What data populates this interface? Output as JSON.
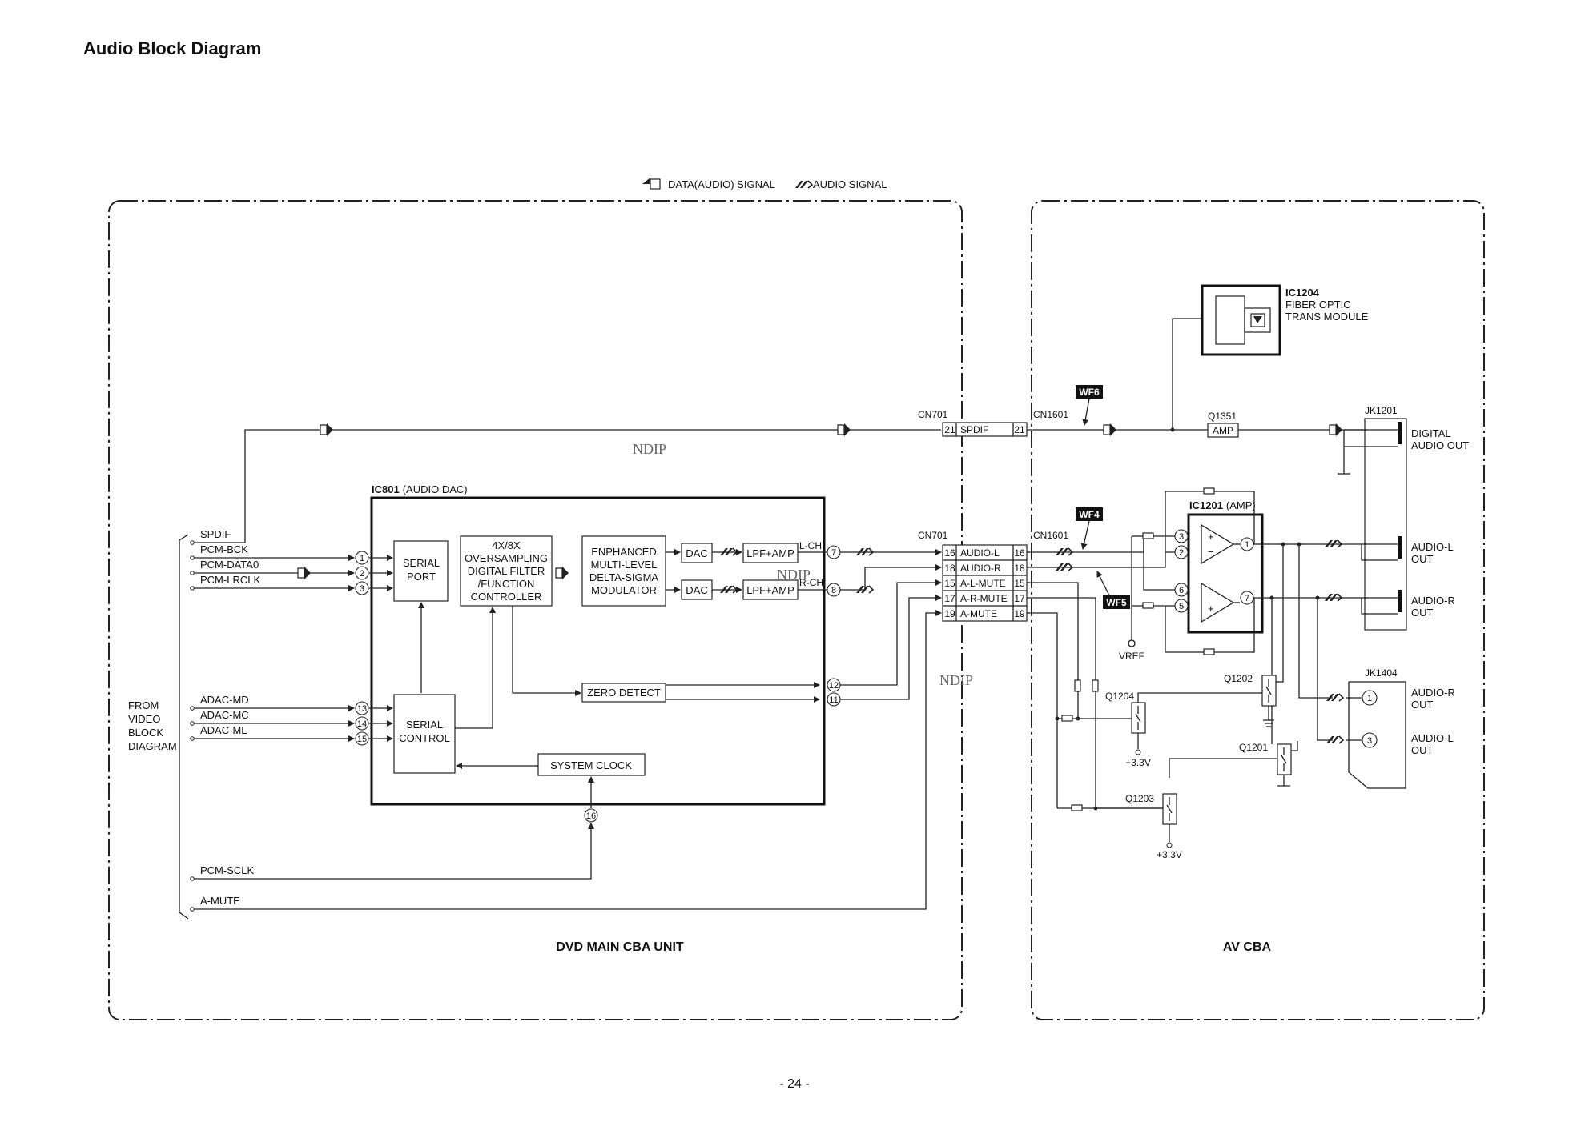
{
  "page": {
    "title": "Audio Block Diagram",
    "page_number": "- 24 -"
  },
  "legend": {
    "data_signal": "DATA(AUDIO) SIGNAL",
    "audio_signal": "AUDIO SIGNAL"
  },
  "units": {
    "dvd_main": "DVD MAIN CBA UNIT",
    "av_cba": "AV CBA"
  },
  "inputs": {
    "spdif": "SPDIF",
    "pcm_bck": "PCM-BCK",
    "pcm_data0": "PCM-DATA0",
    "pcm_lrclk": "PCM-LRCLK",
    "adac_md": "ADAC-MD",
    "adac_mc": "ADAC-MC",
    "adac_ml": "ADAC-ML",
    "pcm_sclk": "PCM-SCLK",
    "a_mute": "A-MUTE",
    "from_video": [
      "FROM",
      "VIDEO",
      "BLOCK",
      "DIAGRAM"
    ]
  },
  "ic801": {
    "ref": "IC801",
    "name": "(AUDIO DAC)",
    "serial_port": [
      "SERIAL",
      "PORT"
    ],
    "filter": [
      "4X/8X",
      "OVERSAMPLING",
      "DIGITAL FILTER",
      "/FUNCTION",
      "CONTROLLER"
    ],
    "modulator": [
      "ENPHANCED",
      "MULTI-LEVEL",
      "DELTA-SIGMA",
      "MODULATOR"
    ],
    "dac": "DAC",
    "lpf_amp": "LPF+AMP",
    "l_ch": "L-CH",
    "r_ch": "R-CH",
    "zero_detect": "ZERO DETECT",
    "serial_control": [
      "SERIAL",
      "CONTROL"
    ],
    "system_clock": "SYSTEM CLOCK"
  },
  "pins": {
    "p1": "1",
    "p2": "2",
    "p3": "3",
    "p7": "7",
    "p8": "8",
    "p11": "11",
    "p12": "12",
    "p13": "13",
    "p14": "14",
    "p15": "15",
    "p16": "16"
  },
  "connectors": {
    "cn701": "CN701",
    "cn1601": "CN1601",
    "spdif_row": {
      "pin": "21",
      "label": "SPDIF"
    },
    "rows": [
      {
        "pin": "16",
        "label": "AUDIO-L"
      },
      {
        "pin": "18",
        "label": "AUDIO-R"
      },
      {
        "pin": "15",
        "label": "A-L-MUTE"
      },
      {
        "pin": "17",
        "label": "A-R-MUTE"
      },
      {
        "pin": "19",
        "label": "A-MUTE"
      }
    ]
  },
  "waveforms": {
    "wf4": "WF4",
    "wf5": "WF5",
    "wf6": "WF6"
  },
  "av_cba": {
    "ic1204": "IC1204",
    "ic1204_desc": [
      "FIBER OPTIC",
      "TRANS MODULE"
    ],
    "q1351": "Q1351",
    "amp": "AMP",
    "jk1201": "JK1201",
    "digital_out": [
      "DIGITAL",
      "AUDIO OUT"
    ],
    "ic1201": "IC1201",
    "ic1201_desc": "(AMP)",
    "op_pins": [
      "3",
      "2",
      "1",
      "6",
      "5",
      "7"
    ],
    "op_signs": [
      "+",
      "−",
      "−",
      "+"
    ],
    "audio_l_out": [
      "AUDIO-L",
      "OUT"
    ],
    "audio_r_out": [
      "AUDIO-R",
      "OUT"
    ],
    "vref": "VREF",
    "q1204": "Q1204",
    "q1202": "Q1202",
    "q1201": "Q1201",
    "q1203": "Q1203",
    "v33": "+3.3V",
    "jk1404": "JK1404",
    "jk1404_pins": [
      "1",
      "3"
    ],
    "jk1404_r": [
      "AUDIO-R",
      "OUT"
    ],
    "jk1404_l": [
      "AUDIO-L",
      "OUT"
    ]
  },
  "watermark": "NDIP"
}
